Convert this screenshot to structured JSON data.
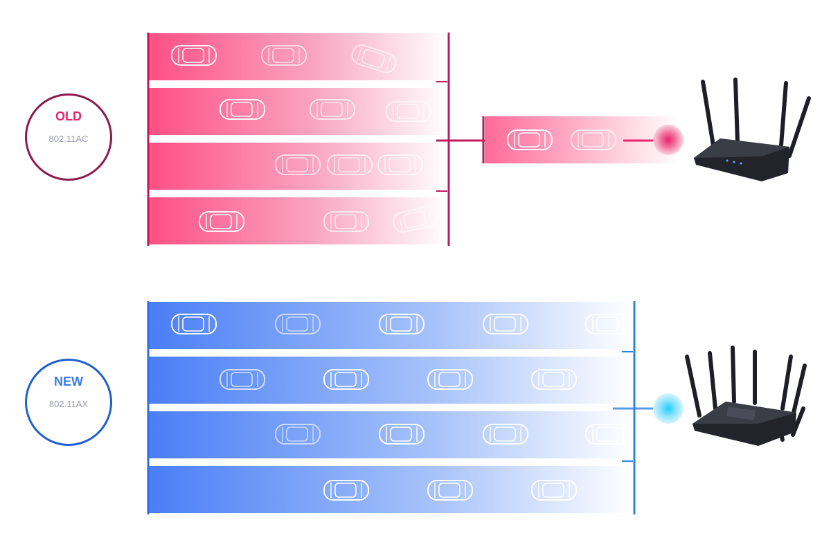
{
  "old": {
    "label": "OLD",
    "standard": "802.11AC",
    "color": "#e8246a",
    "lanes": 4,
    "router_antennas": 4
  },
  "new": {
    "label": "NEW",
    "standard": "802.11AX",
    "color": "#3a7be8",
    "lanes": 4,
    "router_antennas": 8
  },
  "icons": [
    "car-icon",
    "router-icon",
    "signal-dot-icon"
  ]
}
